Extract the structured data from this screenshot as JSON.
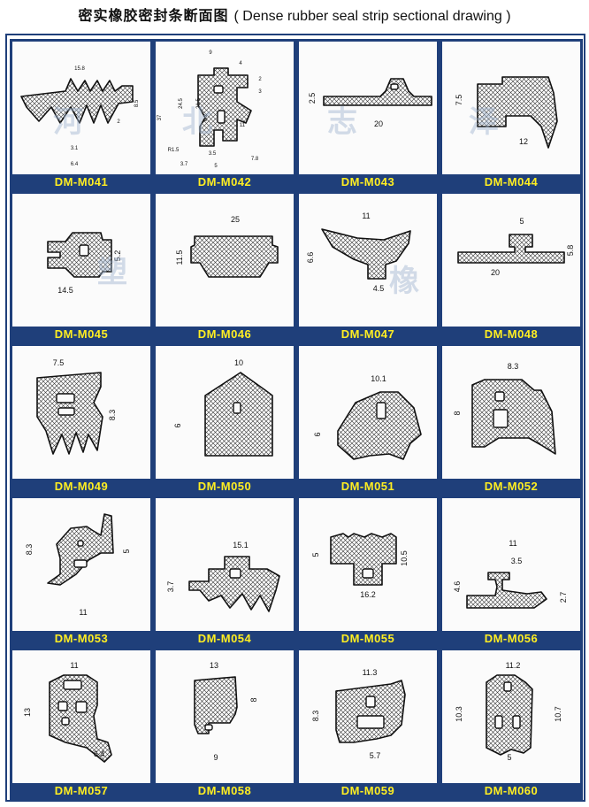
{
  "title": {
    "chinese": "密实橡胶密封条断面图",
    "english": "( Dense rubber seal strip sectional drawing )"
  },
  "watermark": [
    "河",
    "北",
    "志",
    "泽",
    "橡",
    "塑"
  ],
  "colors": {
    "frame": "#1f3f7a",
    "code_text": "#ffee22",
    "hatch": "#333333"
  },
  "items": [
    {
      "code": "DM-M041",
      "dims": [
        "15.8",
        "8.5",
        "3.1",
        "6.4",
        "2"
      ]
    },
    {
      "code": "DM-M042",
      "dims": [
        "9",
        "4",
        "3",
        "37",
        "24.5",
        "21.5",
        "6.2",
        "11",
        "R1.5",
        "3.5",
        "5",
        "7.8",
        "3.7",
        "2"
      ]
    },
    {
      "code": "DM-M043",
      "dims": [
        "2.5",
        "20"
      ]
    },
    {
      "code": "DM-M044",
      "dims": [
        "7.5",
        "12"
      ]
    },
    {
      "code": "DM-M045",
      "dims": [
        "5.2",
        "14.5"
      ]
    },
    {
      "code": "DM-M046",
      "dims": [
        "25",
        "11.5"
      ]
    },
    {
      "code": "DM-M047",
      "dims": [
        "11",
        "6.6",
        "4.5"
      ]
    },
    {
      "code": "DM-M048",
      "dims": [
        "5",
        "5.8",
        "20"
      ]
    },
    {
      "code": "DM-M049",
      "dims": [
        "7.5",
        "8.3"
      ]
    },
    {
      "code": "DM-M050",
      "dims": [
        "10",
        "6"
      ]
    },
    {
      "code": "DM-M051",
      "dims": [
        "10.1",
        "6"
      ]
    },
    {
      "code": "DM-M052",
      "dims": [
        "8.3",
        "8"
      ]
    },
    {
      "code": "DM-M053",
      "dims": [
        "8.3",
        "5",
        "11"
      ]
    },
    {
      "code": "DM-M054",
      "dims": [
        "15.1",
        "3.7"
      ]
    },
    {
      "code": "DM-M055",
      "dims": [
        "5",
        "10.5",
        "16.2"
      ]
    },
    {
      "code": "DM-M056",
      "dims": [
        "11",
        "3.5",
        "4.6",
        "2.7"
      ]
    },
    {
      "code": "DM-M057",
      "dims": [
        "11",
        "13",
        "6.4"
      ]
    },
    {
      "code": "DM-M058",
      "dims": [
        "13",
        "8",
        "9"
      ]
    },
    {
      "code": "DM-M059",
      "dims": [
        "11.3",
        "8.3",
        "5.7"
      ]
    },
    {
      "code": "DM-M060",
      "dims": [
        "11.2",
        "10.3",
        "10.7",
        "5"
      ]
    }
  ]
}
